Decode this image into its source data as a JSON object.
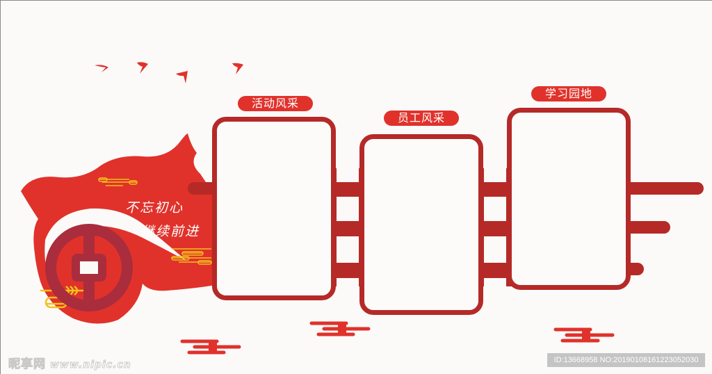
{
  "colors": {
    "background": "#fbfaf9",
    "frame_red": "#b52a27",
    "bright_red": "#e0322b",
    "logo_maroon": "#a92d3c",
    "gold": "#f2c21b"
  },
  "banner": {
    "slogan_line1": "不忘初心",
    "slogan_line2": "继续前进",
    "logo": "bank-of-china-logo"
  },
  "panels": [
    {
      "title": "活动风采"
    },
    {
      "title": "员工风采"
    },
    {
      "title": "学习园地"
    }
  ],
  "decorations": {
    "birds": 4,
    "cloud_motifs": 3
  },
  "watermark": {
    "site_name": "昵享网",
    "site_url": "www.nipic.cn",
    "id_text": "ID:13668958 NO:20190108161223052030"
  }
}
